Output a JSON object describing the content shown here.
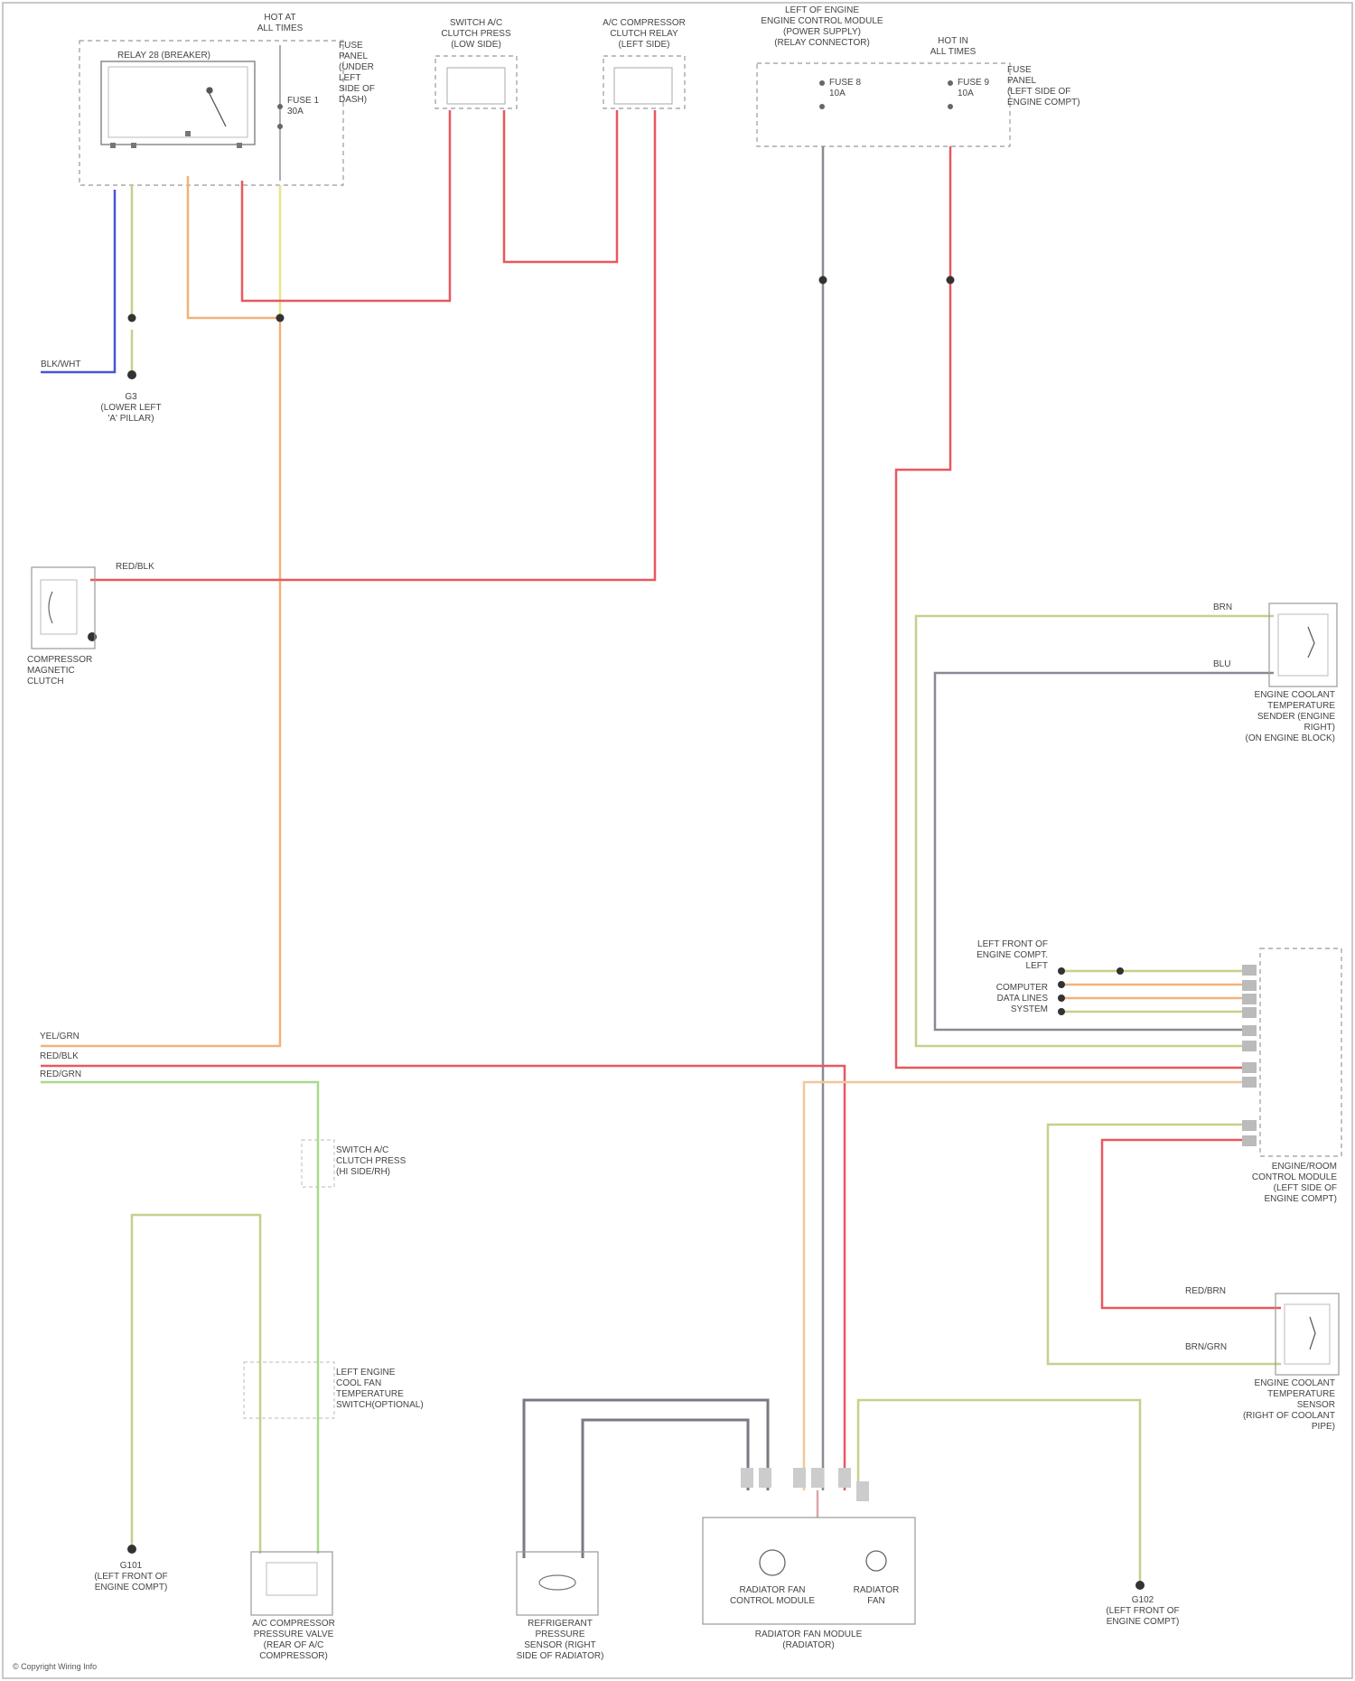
{
  "components": {
    "relay_box": {
      "title": "RELAY 28 (BREAKER)"
    },
    "fuse_box_top": {
      "title": "HOT AT\nALL TIMES",
      "side_note": "FUSE\nPANEL\n(UNDER\nLEFT\nSIDE OF\nDASH)",
      "fuse_label": "FUSE 1\n30A"
    },
    "switch_ac_press": {
      "title": "SWITCH A/C\nCLUTCH PRESS\n(LOW SIDE)"
    },
    "ac_relay": {
      "title": "A/C COMPRESSOR\nCLUTCH RELAY\n(LEFT SIDE)"
    },
    "engine_fuse_box": {
      "title": "LEFT OF ENGINE\nENGINE CONTROL MODULE\n(POWER SUPPLY)\n(RELAY CONNECTOR)",
      "fuse_a": "FUSE 8\n10A",
      "fuse_b": "FUSE 9\n10A"
    },
    "hot_in_run": {
      "title": "HOT IN\nALL TIMES"
    },
    "fuse_side": {
      "side_note": "FUSE\nPANEL\n(LEFT SIDE OF\nENGINE COMPT)"
    },
    "ground_top": {
      "title": "G3\n(LOWER LEFT\n'A' PILLAR)",
      "wire_color": "BLK/WHT"
    },
    "compressor_clutch": {
      "title": "COMPRESSOR\nMAGNETIC\nCLUTCH",
      "wire": "RED/BLK"
    },
    "coolant_sensor_top": {
      "title": "ENGINE COOLANT\nTEMPERATURE\nSENDER (ENGINE\nRIGHT)\n(ON ENGINE BLOCK)",
      "wire_a": "BRN",
      "wire_b": "BLU"
    },
    "ecm": {
      "title": "ENGINE/ROOM\nCONTROL MODULE\n(LEFT SIDE OF\nENGINE COMPT)"
    },
    "ecm_branch_labels": {
      "a": "LEFT FRONT OF\nENGINE COMPT.\nLEFT",
      "b": "COMPUTER\nDATA LINES\nSYSTEM"
    },
    "left_wires": {
      "w1": "YEL/GRN",
      "w2": "RED/BLK",
      "w3": "RED/GRN"
    },
    "switch_mid": {
      "title": "SWITCH A/C\nCLUTCH PRESS\n(HI SIDE/RH)"
    },
    "switch_low": {
      "title": "LEFT ENGINE\nCOOL FAN\nTEMPERATURE\nSWITCH(OPTIONAL)"
    },
    "ground_g101": {
      "title": "G101\n(LEFT FRONT OF\nENGINE COMPT)"
    },
    "ac_valve": {
      "title": "A/C COMPRESSOR\nPRESSURE VALVE\n(REAR OF A/C\nCOMPRESSOR)"
    },
    "pressure_sensor": {
      "title": "REFRIGERANT\nPRESSURE\nSENSOR (RIGHT\nSIDE OF RADIATOR)"
    },
    "fan_module": {
      "title": "RADIATOR FAN MODULE\n(RADIATOR)",
      "motor": "RADIATOR FAN\nCONTROL MODULE",
      "fan": "RADIATOR\nFAN"
    },
    "ground_g102": {
      "title": "G102\n(LEFT FRONT OF\nENGINE COMPT)"
    },
    "coolant_sensor_low": {
      "title": "ENGINE COOLANT\nTEMPERATURE\nSENSOR\n(RIGHT OF COOLANT\nPIPE)",
      "wire_a": "RED/BRN",
      "wire_b": "BRN/GRN"
    },
    "footer": "© Copyright Wiring Info"
  },
  "wire_colors": {
    "red": "#e8585f",
    "orange": "#f2b27a",
    "yellow": "#e8e489",
    "olive": "#bfcf8e",
    "blue": "#4656d8",
    "grey": "#6a6a72",
    "green": "#a8d98e",
    "pink": "#dba6aa"
  }
}
